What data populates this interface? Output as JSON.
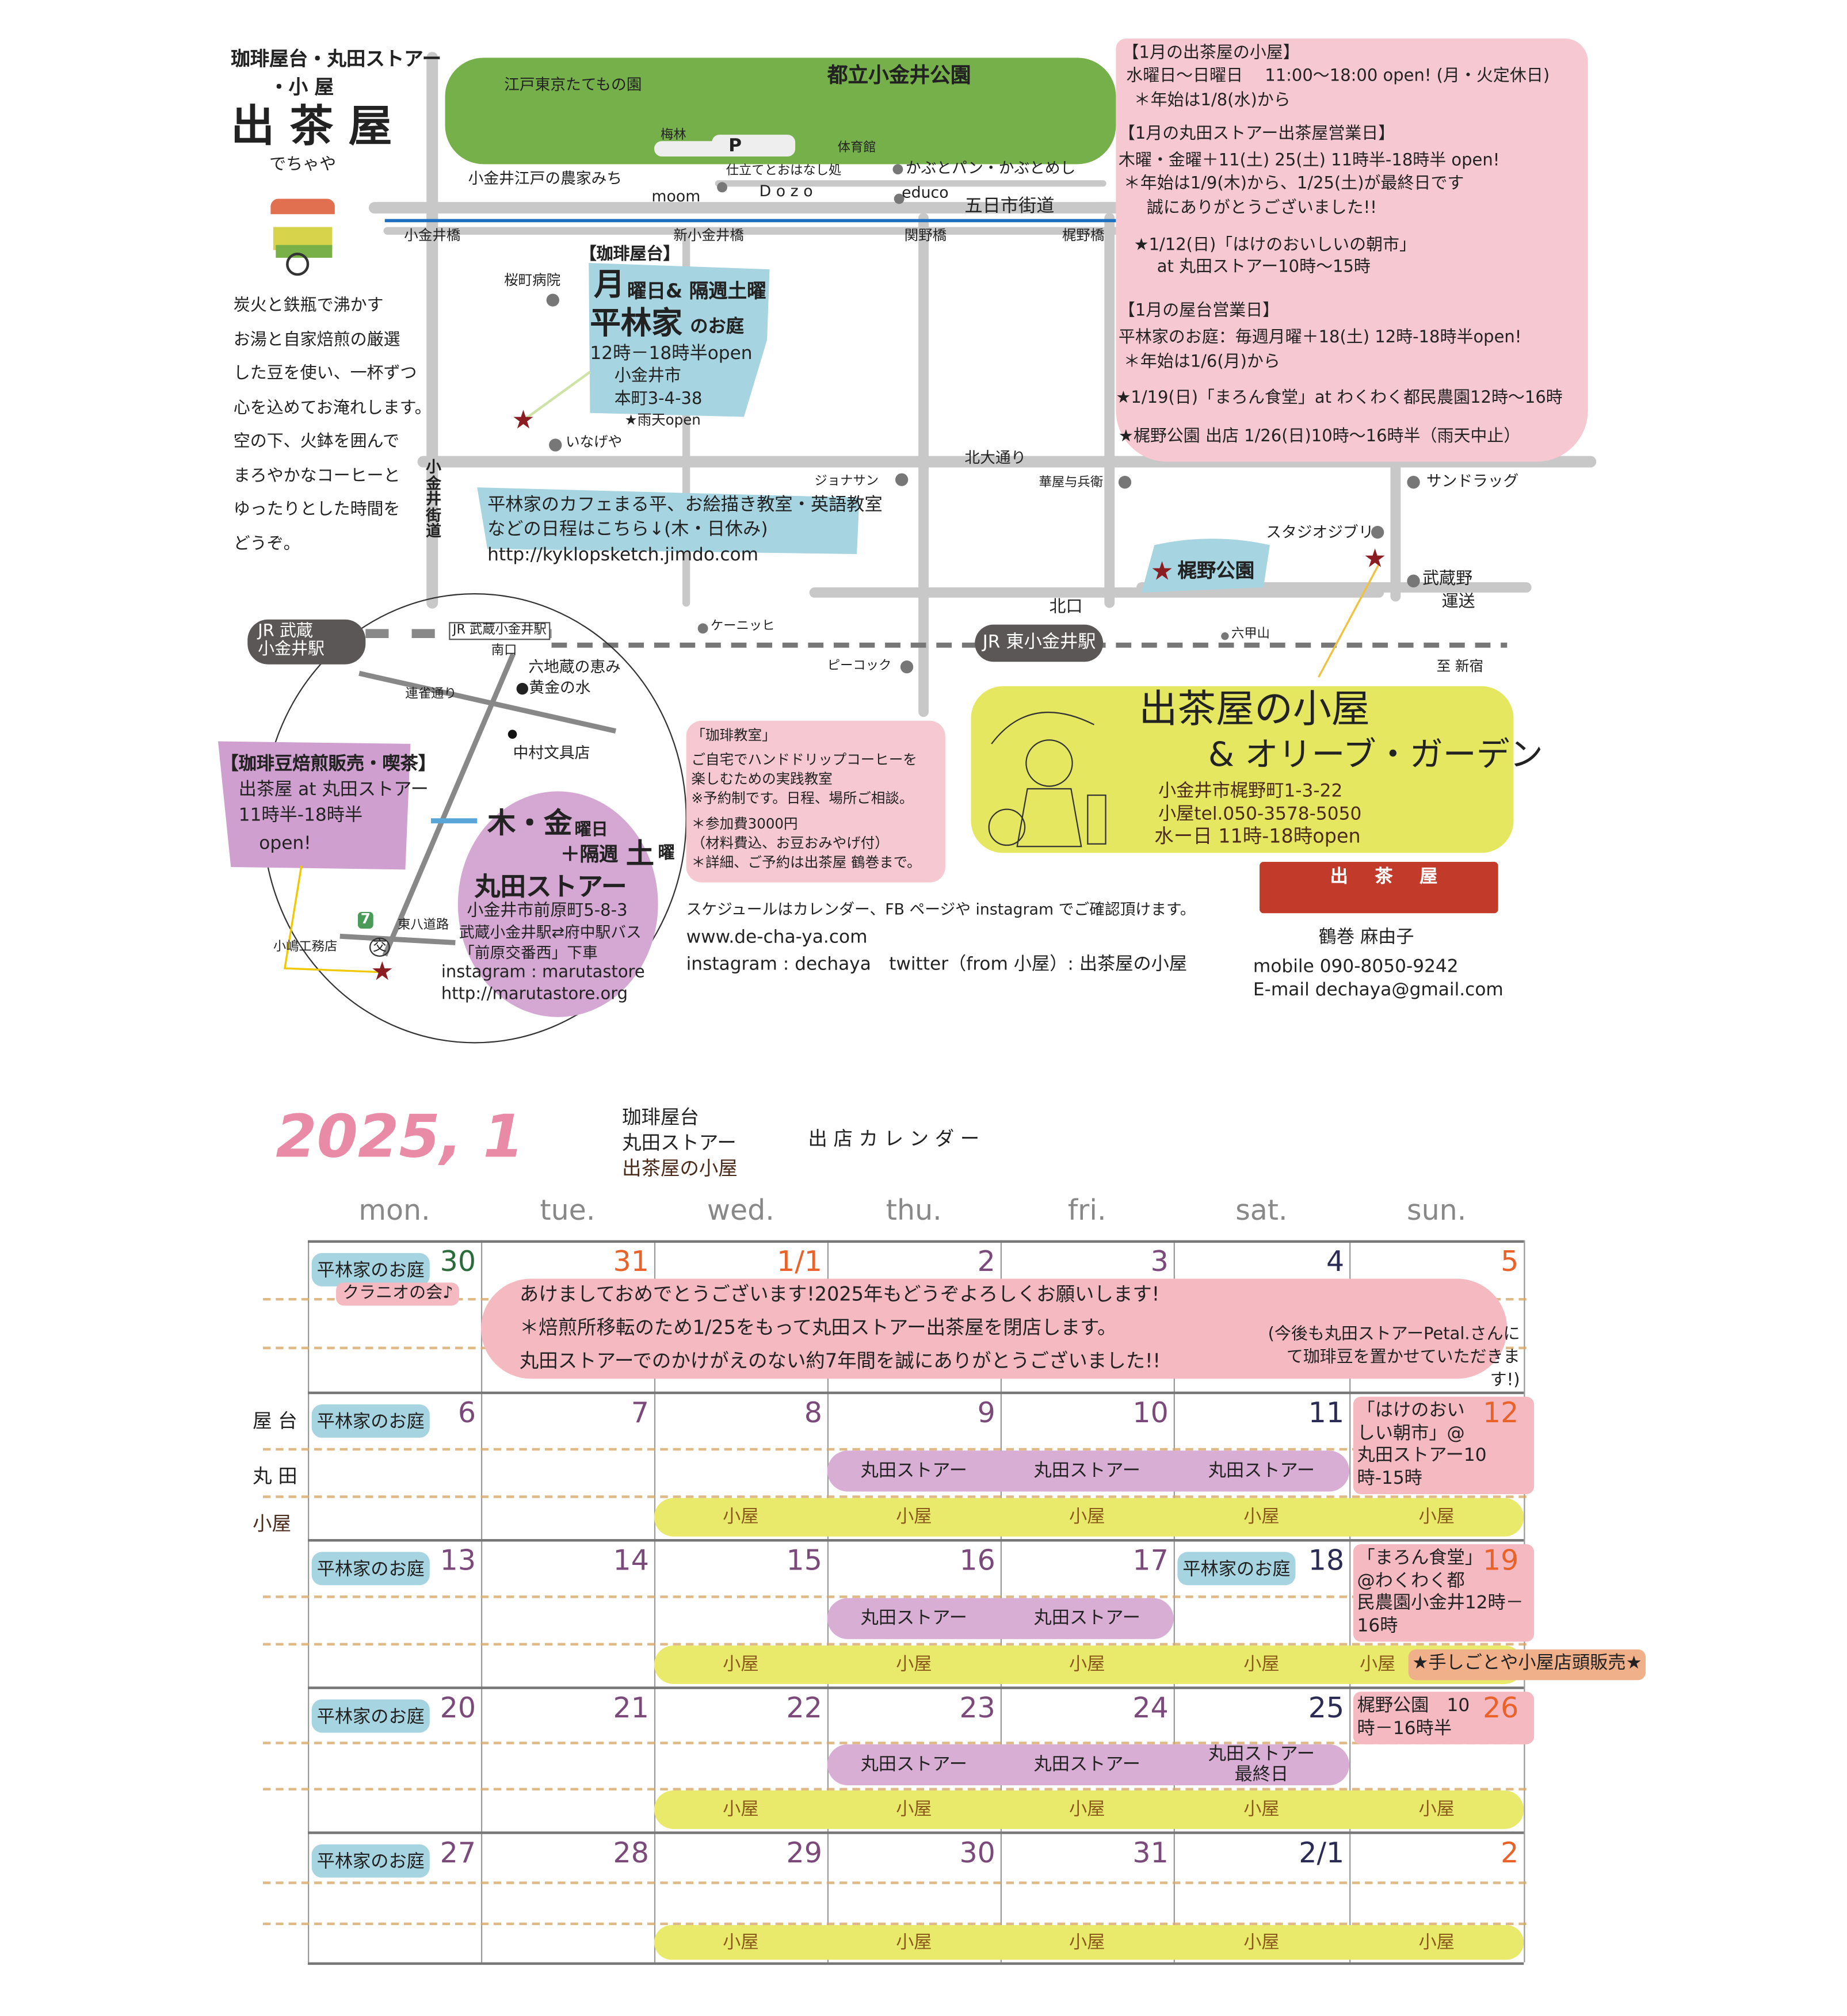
{
  "brand": {
    "subtitle": "珈琲屋台・丸田ストアー",
    "subtitle2": "・小 屋",
    "name": "出 茶 屋",
    "reading": "でちゃや"
  },
  "intro": [
    "炭火と鉄瓶で沸かす",
    "お湯と自家焙煎の厳選",
    "した豆を使い、一杯ずつ",
    "心を込めてお淹れします。",
    "空の下、火鉢を囲んで",
    "まろやかなコーヒーと",
    "ゆったりとした時間を",
    "どうぞ。"
  ],
  "map": {
    "park": "都立小金井公園",
    "tatemono": "江戸東京たてもの園",
    "baien": "梅林",
    "parking": "P",
    "gym": "体育館",
    "noka": "小金井江戸の農家みち",
    "shitate": "仕立てとおはなし処",
    "dozo": "D o z o",
    "moom": "moom",
    "kabuto": "かぶとパン・かぶとめし",
    "educo": "educo",
    "itsukaichi": "五日市街道",
    "bridges": [
      "小金井橋",
      "新小金井橋",
      "関野橋",
      "梶野橋"
    ],
    "sakuramachi": "桜町病院",
    "inageya": "いなげや",
    "kitaodori": "北大通り",
    "kaido": "小金井街道",
    "jonathan": "ジョナサン",
    "hanaya": "華屋与兵衛",
    "sundrug": "サンドラッグ",
    "ghibli": "スタジオジブリ",
    "kajinopark": "梶野公園",
    "musashinounso": [
      "武蔵野",
      "運送"
    ],
    "kitaguchi": "北口",
    "jr_higashi": "JR 東小金井駅",
    "jr_musashi": [
      "JR 武蔵",
      "小金井駅"
    ],
    "rokkosan": "六甲山",
    "shinjuku": "至 新宿",
    "kenichi": "ケーニッヒ",
    "peacock": "ピーコック",
    "jr_musashi_small": "JR 武蔵小金井駅",
    "minamiguchi": "南口",
    "rokujizo": "六地蔵の恵み",
    "kogane": "黄金の水",
    "renjaku": "連雀通り",
    "nakamura": "中村文具店",
    "kojima": "小嶋工務店",
    "higashihachi": "東八道路",
    "koban": "交",
    "seven": "7"
  },
  "yatai": {
    "header": "【珈琲屋台】",
    "days_big": "月",
    "days": "曜日& 隔週土曜",
    "place_big": "平林家",
    "place": "のお庭",
    "hours": "12時－18時半open",
    "address": [
      "小金井市",
      "本町3-4-38"
    ],
    "rain": "★雨天open"
  },
  "kyklop": {
    "lines": [
      "平林家のカフェまる平、お絵描き教室・英語教室",
      "などの日程はこちら↓(木・日休み)"
    ],
    "url": "http://kyklopsketch.jimdo.com"
  },
  "maruta": {
    "header": "【珈琲豆焙煎販売・喫茶】",
    "line1": "出茶屋 at 丸田ストアー",
    "line2": "11時半-18時半",
    "line3": "open!",
    "days_big": "木・金",
    "days_suffix": "曜日",
    "plus": "＋隔週",
    "sat_big": "土",
    "sat_suffix": "曜",
    "name": "丸田ストアー",
    "address": "小金井市前原町5-8-3",
    "bus": "武蔵小金井駅⇄府中駅バス",
    "stop": "「前原交番西」下車",
    "instagram": "instagram : marutastore",
    "url": "http://marutastore.org"
  },
  "infobox": {
    "lines": [
      "【1月の出茶屋の小屋】",
      "水曜日～日曜日　 11:00～18:00 open! (月・火定休日)",
      "＊年始は1/8(水)から",
      "【1月の丸田ストアー出茶屋営業日】",
      "木曜・金曜＋11(土) 25(土) 11時半-18時半 open!",
      "＊年始は1/9(木)から、1/25(土)が最終日です",
      "誠にありがとうございました!!",
      "★1/12(日)「はけのおいしいの朝市」",
      "at 丸田ストアー10時～15時",
      "【1月の屋台営業日】",
      "平林家のお庭：毎週月曜＋18(土) 12時-18時半open!",
      "＊年始は1/6(月)から",
      "★1/19(日)「まろん食堂」at わくわく都民農園12時～16時",
      "★梶野公園 出店 1/26(日)10時～16時半（雨天中止）"
    ]
  },
  "classroom": {
    "lines": [
      "「珈琲教室」",
      "ご自宅でハンドドリップコーヒーを",
      "楽しむための実践教室",
      "※予約制です。日程、場所ご相談。",
      "＊参加費3000円",
      "（材料費込、お豆おみやげ付）",
      "＊詳細、ご予約は出茶屋 鶴巻まで。"
    ]
  },
  "koya": {
    "title": "出茶屋の小屋",
    "subtitle": "& オリーブ・ガーデン",
    "address": "小金井市梶野町1-3-22",
    "tel": "小屋tel.050-3578-5050",
    "hours": "水ー日 11時-18時open"
  },
  "links": {
    "schedule": "スケジュールはカレンダー、FB ページや instagram でご確認頂けます。",
    "web": "www.de-cha-ya.com",
    "sns": "instagram : dechaya　twitter（from 小屋）: 出茶屋の小屋"
  },
  "contact": {
    "awning": "出 茶 屋",
    "owner": "鶴巻 麻由子",
    "mobile": "mobile  090-8050-9242",
    "email": "E-mail  dechaya@gmail.com"
  },
  "calendar": {
    "title": "2025, 1",
    "legend": [
      "珈琲屋台",
      "丸田ストアー",
      "出茶屋の小屋"
    ],
    "heading": "出 店 カ レ ン ダ ー",
    "days": [
      "mon.",
      "tue.",
      "wed.",
      "thu.",
      "fri.",
      "sat.",
      "sun."
    ],
    "row_labels": [
      "屋 台",
      "丸 田",
      "小屋"
    ],
    "colors": {
      "weekday": "#7b4a7a",
      "sat": "#2b2b55",
      "holiday": "#e8622a",
      "green": "#2a6b3a"
    },
    "weeks": [
      {
        "dates": [
          [
            "30",
            "green"
          ],
          [
            "31",
            "holiday"
          ],
          [
            "1/1",
            "holiday"
          ],
          [
            "2",
            "weekday"
          ],
          [
            "3",
            "weekday"
          ],
          [
            "4",
            "sat"
          ],
          [
            "5",
            "holiday"
          ]
        ],
        "yatai": [
          0
        ],
        "maruta": [],
        "koya": [],
        "notes": [
          {
            "col": 0,
            "text": "クラニオの会♪"
          }
        ],
        "banner": {
          "lines": [
            "あけましておめでとうございます!2025年もどうぞよろしくお願いします!",
            "＊焙煎所移転のため1/25をもって丸田ストアー出茶屋を閉店します。",
            "丸田ストアーでのかけがえのない約7年間を誠にありがとうございました!!"
          ],
          "aside": "(今後も丸田ストアーPetal.さんにて珈琲豆を置かせていただきます!)"
        }
      },
      {
        "dates": [
          [
            "6",
            "weekday"
          ],
          [
            "7",
            "weekday"
          ],
          [
            "8",
            "weekday"
          ],
          [
            "9",
            "weekday"
          ],
          [
            "10",
            "weekday"
          ],
          [
            "11",
            "sat"
          ],
          [
            "12",
            "holiday"
          ]
        ],
        "yatai": [
          0
        ],
        "maruta": [
          3,
          4,
          5
        ],
        "koya": [
          2,
          3,
          4,
          5,
          6
        ],
        "notes": [
          {
            "col": 6,
            "text": "「はけのおいしい朝市」@丸田ストアー10時-15時"
          }
        ]
      },
      {
        "dates": [
          [
            "13",
            "weekday"
          ],
          [
            "14",
            "weekday"
          ],
          [
            "15",
            "weekday"
          ],
          [
            "16",
            "weekday"
          ],
          [
            "17",
            "weekday"
          ],
          [
            "18",
            "sat"
          ],
          [
            "19",
            "holiday"
          ]
        ],
        "yatai": [
          0,
          5
        ],
        "maruta": [
          3,
          4
        ],
        "koya": [
          2,
          3,
          4,
          5,
          6
        ],
        "notes": [
          {
            "col": 6,
            "text": "「まろん食堂」@わくわく都民農園小金井12時－16時"
          },
          {
            "col": 6,
            "text": "★手しごとや小屋店頭販売★"
          }
        ]
      },
      {
        "dates": [
          [
            "20",
            "weekday"
          ],
          [
            "21",
            "weekday"
          ],
          [
            "22",
            "weekday"
          ],
          [
            "23",
            "weekday"
          ],
          [
            "24",
            "weekday"
          ],
          [
            "25",
            "sat"
          ],
          [
            "26",
            "holiday"
          ]
        ],
        "yatai": [
          0
        ],
        "maruta": [
          3,
          4,
          5
        ],
        "koya": [
          2,
          3,
          4,
          5,
          6
        ],
        "notes": [
          {
            "col": 6,
            "text": "梶野公園　10時－16時半"
          }
        ],
        "last_day": "最終日"
      },
      {
        "dates": [
          [
            "27",
            "weekday"
          ],
          [
            "28",
            "weekday"
          ],
          [
            "29",
            "weekday"
          ],
          [
            "30",
            "weekday"
          ],
          [
            "31",
            "weekday"
          ],
          [
            "2/1",
            "sat"
          ],
          [
            "2",
            "holiday"
          ]
        ],
        "yatai": [
          0
        ],
        "maruta": [],
        "koya": [
          2,
          3,
          4,
          5,
          6
        ],
        "notes": []
      }
    ],
    "labels": {
      "yatai": "平林家のお庭",
      "maruta": "丸田ストアー",
      "koya": "小屋"
    }
  }
}
